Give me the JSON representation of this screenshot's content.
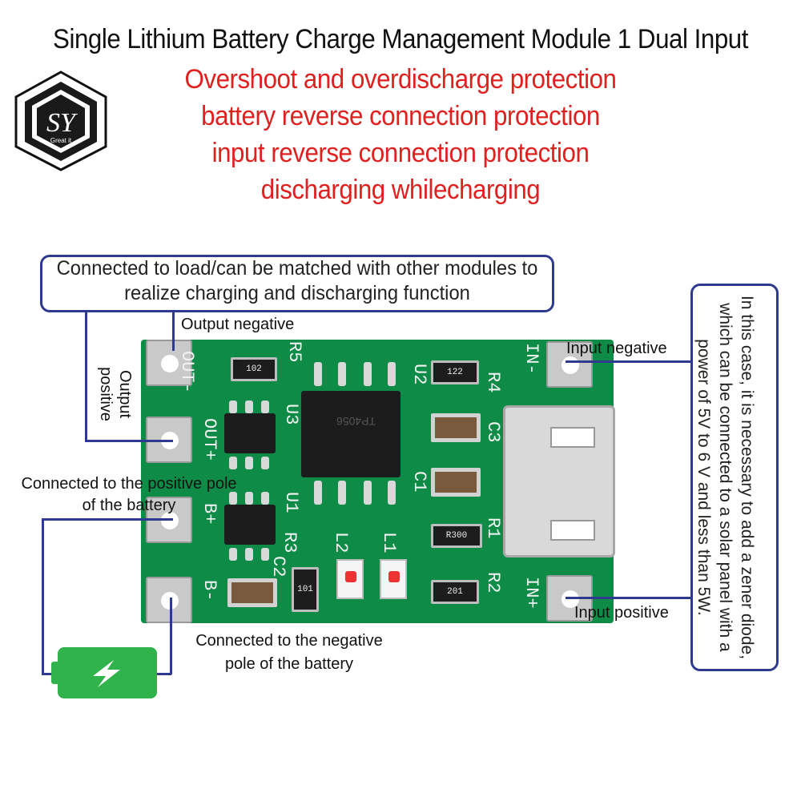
{
  "title": "Single Lithium Battery Charge Management Module 1 Dual Input",
  "features": [
    "Overshoot and overdischarge protection",
    "battery reverse connection protection",
    "input reverse connection protection",
    "discharging whilecharging"
  ],
  "logo": {
    "letters": "SY",
    "tagline": "Great it"
  },
  "callouts": {
    "load": "Connected to load/can be matched with other modules to realize charging and discharging function",
    "solar_note": "In this case, it is necessary to add a zener diode, which can be connected to a solar panel with a power of 5V to 6 V and less than 5W."
  },
  "labels": {
    "output_negative": "Output negative",
    "output_positive": "Output positive",
    "battery_positive": "Connected to the positive pole of the battery",
    "battery_negative": "Connected to the negative pole of the battery",
    "input_negative": "Input negative",
    "input_positive": "Input positive"
  },
  "pcb": {
    "silk": {
      "out_neg": "OUT-",
      "out_pos": "OUT+",
      "b_pos": "B+",
      "b_neg": "B-",
      "in_neg": "IN-",
      "in_pos": "IN+",
      "r5": "R5",
      "u3": "U3",
      "u1": "U1",
      "u2": "U2",
      "r4": "R4",
      "c3": "C3",
      "c1": "C1",
      "r1": "R1",
      "r2": "R2",
      "r3": "R3",
      "l2": "L2",
      "l1": "L1",
      "c2": "C2"
    },
    "resistor_codes": {
      "r5": "102",
      "r4": "122",
      "r1": "R300",
      "r2": "201",
      "r3": "101"
    },
    "chip_marking": "TP4056"
  },
  "colors": {
    "accent": "#2d3a8f",
    "feature_red": "#e0201f",
    "pcb_green": "#0e8c47",
    "battery_green": "#2fb34a"
  }
}
